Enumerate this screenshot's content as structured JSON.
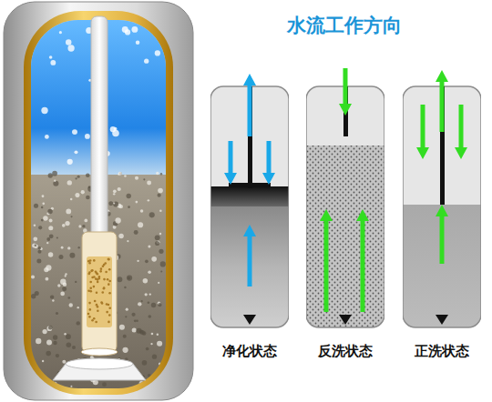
{
  "diagram": {
    "title": "水流工作方向",
    "nodes": [
      {
        "text": [
          "净化状态"
        ]
      },
      {
        "text": [
          "反洗状态"
        ]
      },
      {
        "text": [
          "正洗状态"
        ]
      }
    ]
  }
}
